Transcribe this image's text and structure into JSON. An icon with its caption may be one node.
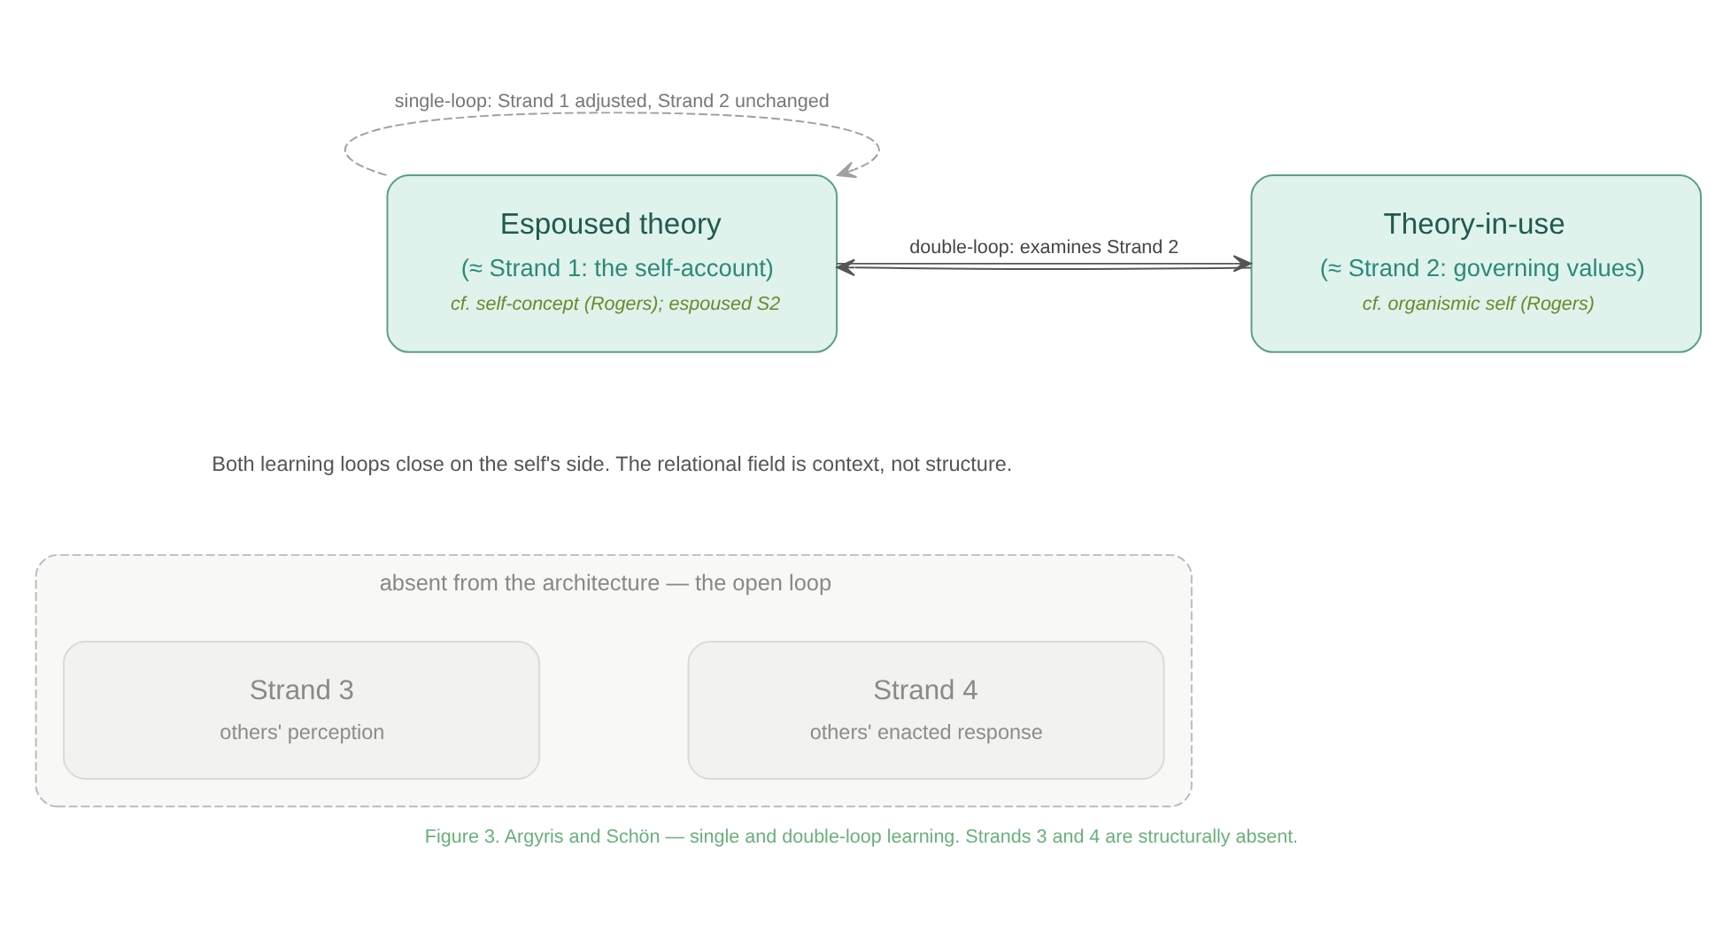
{
  "diagram": {
    "caption": "Figure 3. Argyris and Schön — single and double-loop learning. Strands 3 and 4 are structurally absent.",
    "nodes": [
      {
        "text": [
          "Espoused theory",
          "(≈ Strand 1: the self-account)",
          "cf. self-concept (Rogers); espoused S2"
        ]
      },
      {
        "text": [
          "Theory-in-use",
          "(≈ Strand 2: governing values)",
          "cf. organismic self (Rogers)"
        ]
      },
      {
        "text": [
          "absent from the architecture — the open loop"
        ]
      },
      {
        "text": [
          "Strand 3",
          "others' perception"
        ],
        "in": 2
      },
      {
        "text": [
          "Strand 4",
          "others' enacted response"
        ],
        "in": 2
      }
    ],
    "edges": [
      {
        "from": 0,
        "to": 0,
        "arrow": "to",
        "label": "single-loop: Strand 1 adjusted, Strand 2 unchanged",
        "style": "dashed",
        "color": "#a0a0a0"
      },
      {
        "from": 0,
        "to": 1,
        "arrow": "to",
        "label": "double-loop: examines Strand 2"
      },
      {
        "from": 1,
        "to": 0,
        "arrow": "to"
      }
    ],
    "labels": [
      "Both learning loops close on the self's side. The relational field is context, not structure."
    ]
  }
}
